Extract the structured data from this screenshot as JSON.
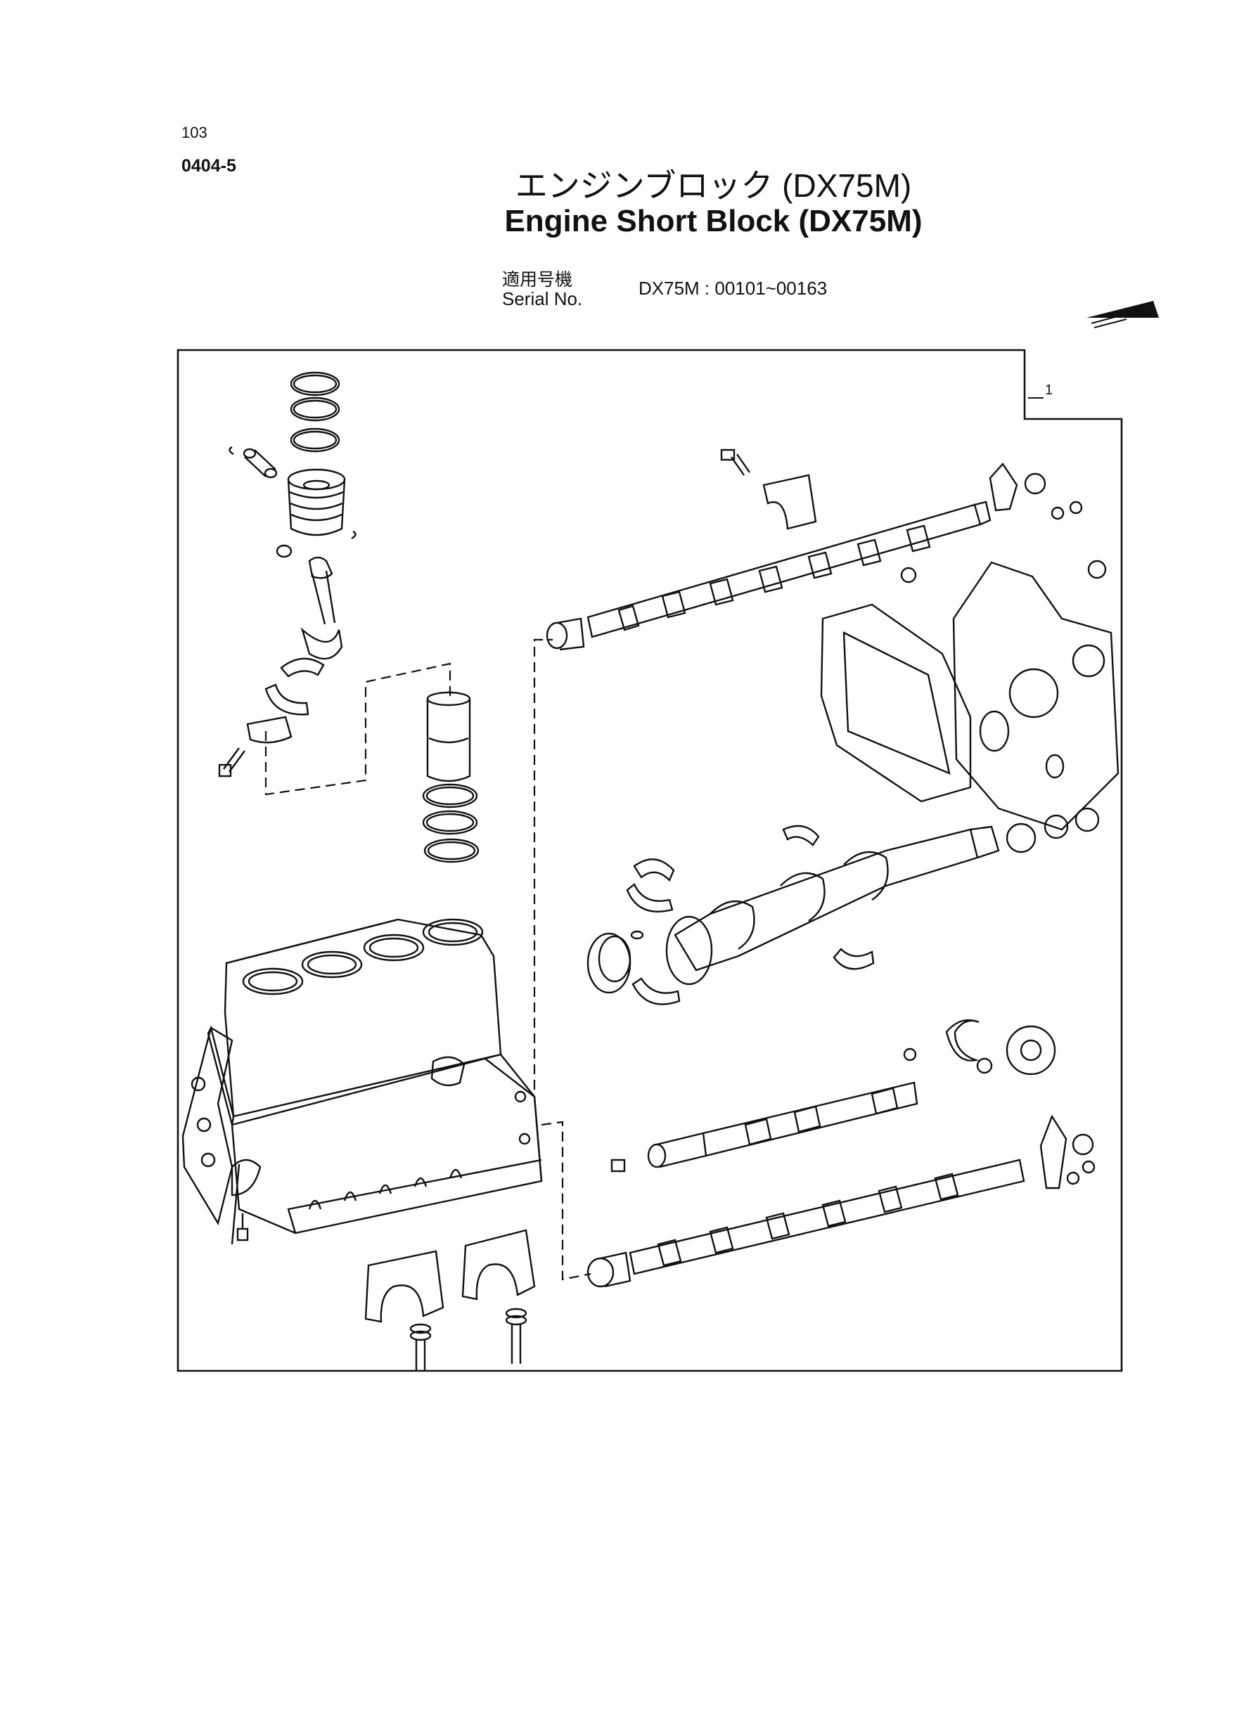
{
  "page": {
    "page_number": "103",
    "figure_code": "0404-5"
  },
  "title": {
    "japanese": "エンジンブロック (DX75M)",
    "english": "Engine Short Block (DX75M)"
  },
  "serial": {
    "label_japanese": "適用号機",
    "label_english": "Serial No.",
    "value": "DX75M : 00101~00163"
  },
  "diagram": {
    "reference_label": "1"
  }
}
